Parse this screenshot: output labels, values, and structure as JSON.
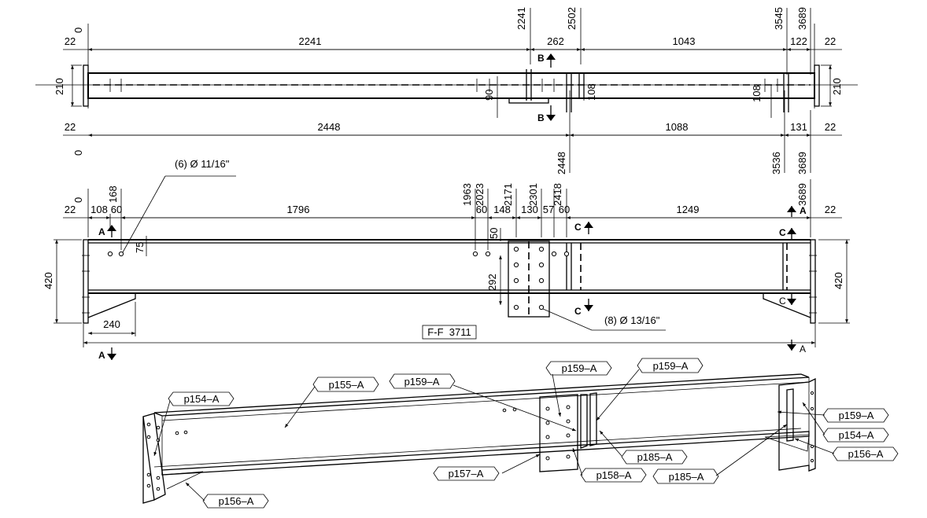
{
  "top_view": {
    "upper_dims": [
      "22",
      "2241",
      "262",
      "1043",
      "122",
      "22"
    ],
    "upper_ordinates": [
      "0",
      "2241",
      "2502",
      "3545",
      "3689"
    ],
    "height_dims": [
      "210",
      "210"
    ],
    "inner_dims": [
      "90",
      "108",
      "108"
    ],
    "lower_dims": [
      "22",
      "2448",
      "1088",
      "131",
      "22"
    ],
    "lower_ordinates": [
      "0",
      "2448",
      "3536",
      "3689"
    ],
    "section_marks": [
      "B",
      "B"
    ]
  },
  "side_view": {
    "ordinates": [
      "0",
      "168",
      "1963",
      "2023",
      "2171",
      "2301",
      "2418",
      "3689"
    ],
    "chain_dims": [
      "22",
      "108",
      "60",
      "1796",
      "60",
      "148",
      "130",
      "57",
      "60",
      "1249",
      "22"
    ],
    "height_dims": [
      "420",
      "420"
    ],
    "small_dims": [
      "75",
      "50",
      "292",
      "240"
    ],
    "callouts": [
      "(6) Ø 11/16\"",
      "(8) Ø 13/16\""
    ],
    "section_marks": [
      "A",
      "A",
      "C",
      "C",
      "C",
      "A"
    ],
    "title_box": "F-F  3711"
  },
  "iso_labels": [
    "p154–A",
    "p155–A",
    "p159–A",
    "p159–A",
    "p159–A",
    "p159–A",
    "p154–A",
    "p156–A",
    "p185–A",
    "p185–A",
    "p158–A",
    "p157–A",
    "p156–A"
  ]
}
